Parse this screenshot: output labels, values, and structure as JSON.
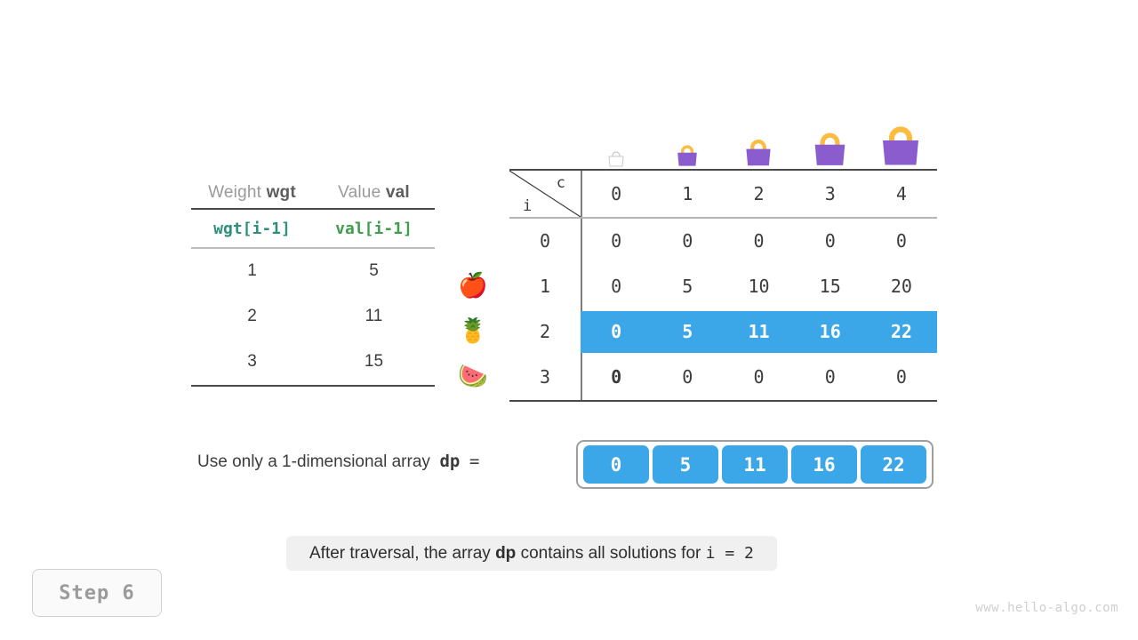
{
  "item_table": {
    "headers": [
      {
        "prefix": "Weight",
        "code": "wgt"
      },
      {
        "prefix": "Value",
        "code": "val"
      }
    ],
    "subheaders": [
      "wgt[i-1]",
      "val[i-1]"
    ],
    "rows": [
      {
        "weight": "1",
        "value": "5",
        "icon": "apple-icon",
        "glyph": "🍎"
      },
      {
        "weight": "2",
        "value": "11",
        "icon": "pineapple-icon",
        "glyph": "🍍"
      },
      {
        "weight": "3",
        "value": "15",
        "icon": "watermelon-icon",
        "glyph": "🍉"
      }
    ]
  },
  "dp_table": {
    "corner": {
      "row_axis": "i",
      "col_axis": "c"
    },
    "col_headers": [
      "0",
      "1",
      "2",
      "3",
      "4"
    ],
    "bag_icons": [
      {
        "name": "bag-icon-empty",
        "capacity": "0"
      },
      {
        "name": "bag-icon-size-1",
        "capacity": "1"
      },
      {
        "name": "bag-icon-size-2",
        "capacity": "2"
      },
      {
        "name": "bag-icon-size-3",
        "capacity": "3"
      },
      {
        "name": "bag-icon-size-4",
        "capacity": "4"
      }
    ],
    "rows": [
      {
        "label": "0",
        "cells": [
          "0",
          "0",
          "0",
          "0",
          "0"
        ],
        "highlight": false,
        "style": [
          "normal",
          "normal",
          "normal",
          "normal",
          "normal"
        ]
      },
      {
        "label": "1",
        "cells": [
          "0",
          "5",
          "10",
          "15",
          "20"
        ],
        "highlight": false,
        "style": [
          "normal",
          "normal",
          "normal",
          "normal",
          "normal"
        ]
      },
      {
        "label": "2",
        "cells": [
          "0",
          "5",
          "11",
          "16",
          "22"
        ],
        "highlight": true,
        "style": [
          "normal",
          "normal",
          "normal",
          "normal",
          "normal"
        ]
      },
      {
        "label": "3",
        "cells": [
          "0",
          "0",
          "0",
          "0",
          "0"
        ],
        "highlight": false,
        "style": [
          "strong",
          "faded",
          "faded",
          "faded",
          "faded"
        ]
      }
    ]
  },
  "array_row": {
    "label_text": "Use only a 1-dimensional array",
    "label_var": "dp",
    "label_equals": "=",
    "values": [
      "0",
      "5",
      "11",
      "16",
      "22"
    ]
  },
  "caption": {
    "part1": "After traversal, the array",
    "bold": "dp",
    "part2": "contains all solutions for",
    "mono": "i = 2"
  },
  "step_badge": {
    "label": "Step 6"
  },
  "watermark": {
    "text": "www.hello-algo.com"
  },
  "colors": {
    "highlight_blue": "#3ba7e8",
    "bag_purple": "#8a5ccd",
    "bag_handle": "#fbbc42",
    "wgt_green": "#2f8f7d",
    "val_green": "#3f9e4d",
    "rule_dark": "#4a4a4a",
    "rule_light": "#b5b5b5",
    "caption_bg": "#f0f0f0",
    "faded_text": "#d6d6d6"
  }
}
